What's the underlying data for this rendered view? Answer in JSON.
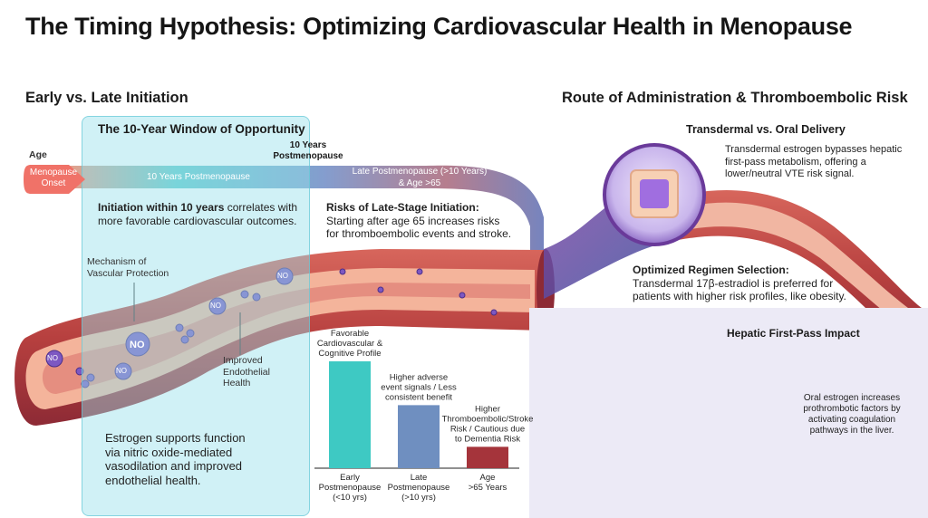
{
  "title": "The Timing Hypothesis: Optimizing Cardiovascular Health in Menopause",
  "left": {
    "section_title": "Early vs. Late Initiation",
    "window_title": "The 10-Year Window of Opportunity",
    "age_label": "Age",
    "onset_line1": "Menopause",
    "onset_line2": "Onset",
    "band_early": "10 Years Postmenopause",
    "marker_line1": "10 Years",
    "marker_line2": "Postmenopause",
    "band_late_line1": "Late Postmenopause (>10 Years)",
    "band_late_line2": "& Age >65",
    "early_bold": "Initiation within 10 years",
    "early_rest": " correlates with",
    "early_line2": "more favorable cardiovascular outcomes.",
    "late_title": "Risks of Late-Stage Initiation:",
    "late_line1": "Starting after age 65 increases risks",
    "late_line2": "for thromboembolic events and stroke.",
    "mech_line1": "Mechanism of",
    "mech_line2": "Vascular Protection",
    "endo_line1": "Improved",
    "endo_line2": "Endothelial",
    "endo_line3": "Health",
    "estrogen_line1": "Estrogen supports function",
    "estrogen_line2": "via nitric oxide-mediated",
    "estrogen_line3": "vasodilation and improved",
    "estrogen_line4": "endothelial health.",
    "no_label": "NO"
  },
  "chart_data": {
    "type": "bar",
    "categories": [
      "Early Postmenopause (<10 yrs)",
      "Late Postmenopause (>10 yrs)",
      "Age >65 Years"
    ],
    "values": [
      100,
      59,
      20
    ],
    "ylim": [
      0,
      100
    ],
    "colors": [
      "#3ec9c3",
      "#6f8fc0",
      "#a5343b"
    ],
    "bar_labels": [
      [
        "Favorable",
        "Cardiovascular &",
        "Cognitive Profile"
      ],
      [
        "Higher adverse",
        "event signals / Less",
        "consistent benefit"
      ],
      [
        "Higher",
        "Thromboembolic/Stroke",
        "Risk / Cautious due",
        "to Dementia Risk"
      ]
    ],
    "tick_labels": [
      [
        "Early",
        "Postmenopause",
        "(<10 yrs)"
      ],
      [
        "Late",
        "Postmenopause",
        "(>10 yrs)"
      ],
      [
        "Age",
        ">65 Years"
      ]
    ]
  },
  "right": {
    "section_title": "Route of Administration & Thromboembolic Risk",
    "td_title": "Transdermal vs. Oral Delivery",
    "td_line1": "Transdermal estrogen bypasses hepatic",
    "td_line2": "first-pass metabolism, offering a",
    "td_line3": "lower/neutral VTE risk signal.",
    "opt_title": "Optimized Regimen Selection:",
    "opt_line1": "Transdermal 17β-estradiol is preferred for",
    "opt_line2": "patients with higher risk profiles, like obesity.",
    "hep_title": "Hepatic First-Pass Impact",
    "oral_line1": "Oral estrogen increases",
    "oral_line2": "prothrombotic factors by",
    "oral_line3": "activating coagulation",
    "oral_line4": "pathways in the liver."
  },
  "colors": {
    "vessel": "#c2504b",
    "vessel_inner": "#f2b49c",
    "teal": "#3ec9c3",
    "blue": "#6f8fc0",
    "red": "#a5343b",
    "purple": "#6a3a9a",
    "onset": "#f07268"
  }
}
